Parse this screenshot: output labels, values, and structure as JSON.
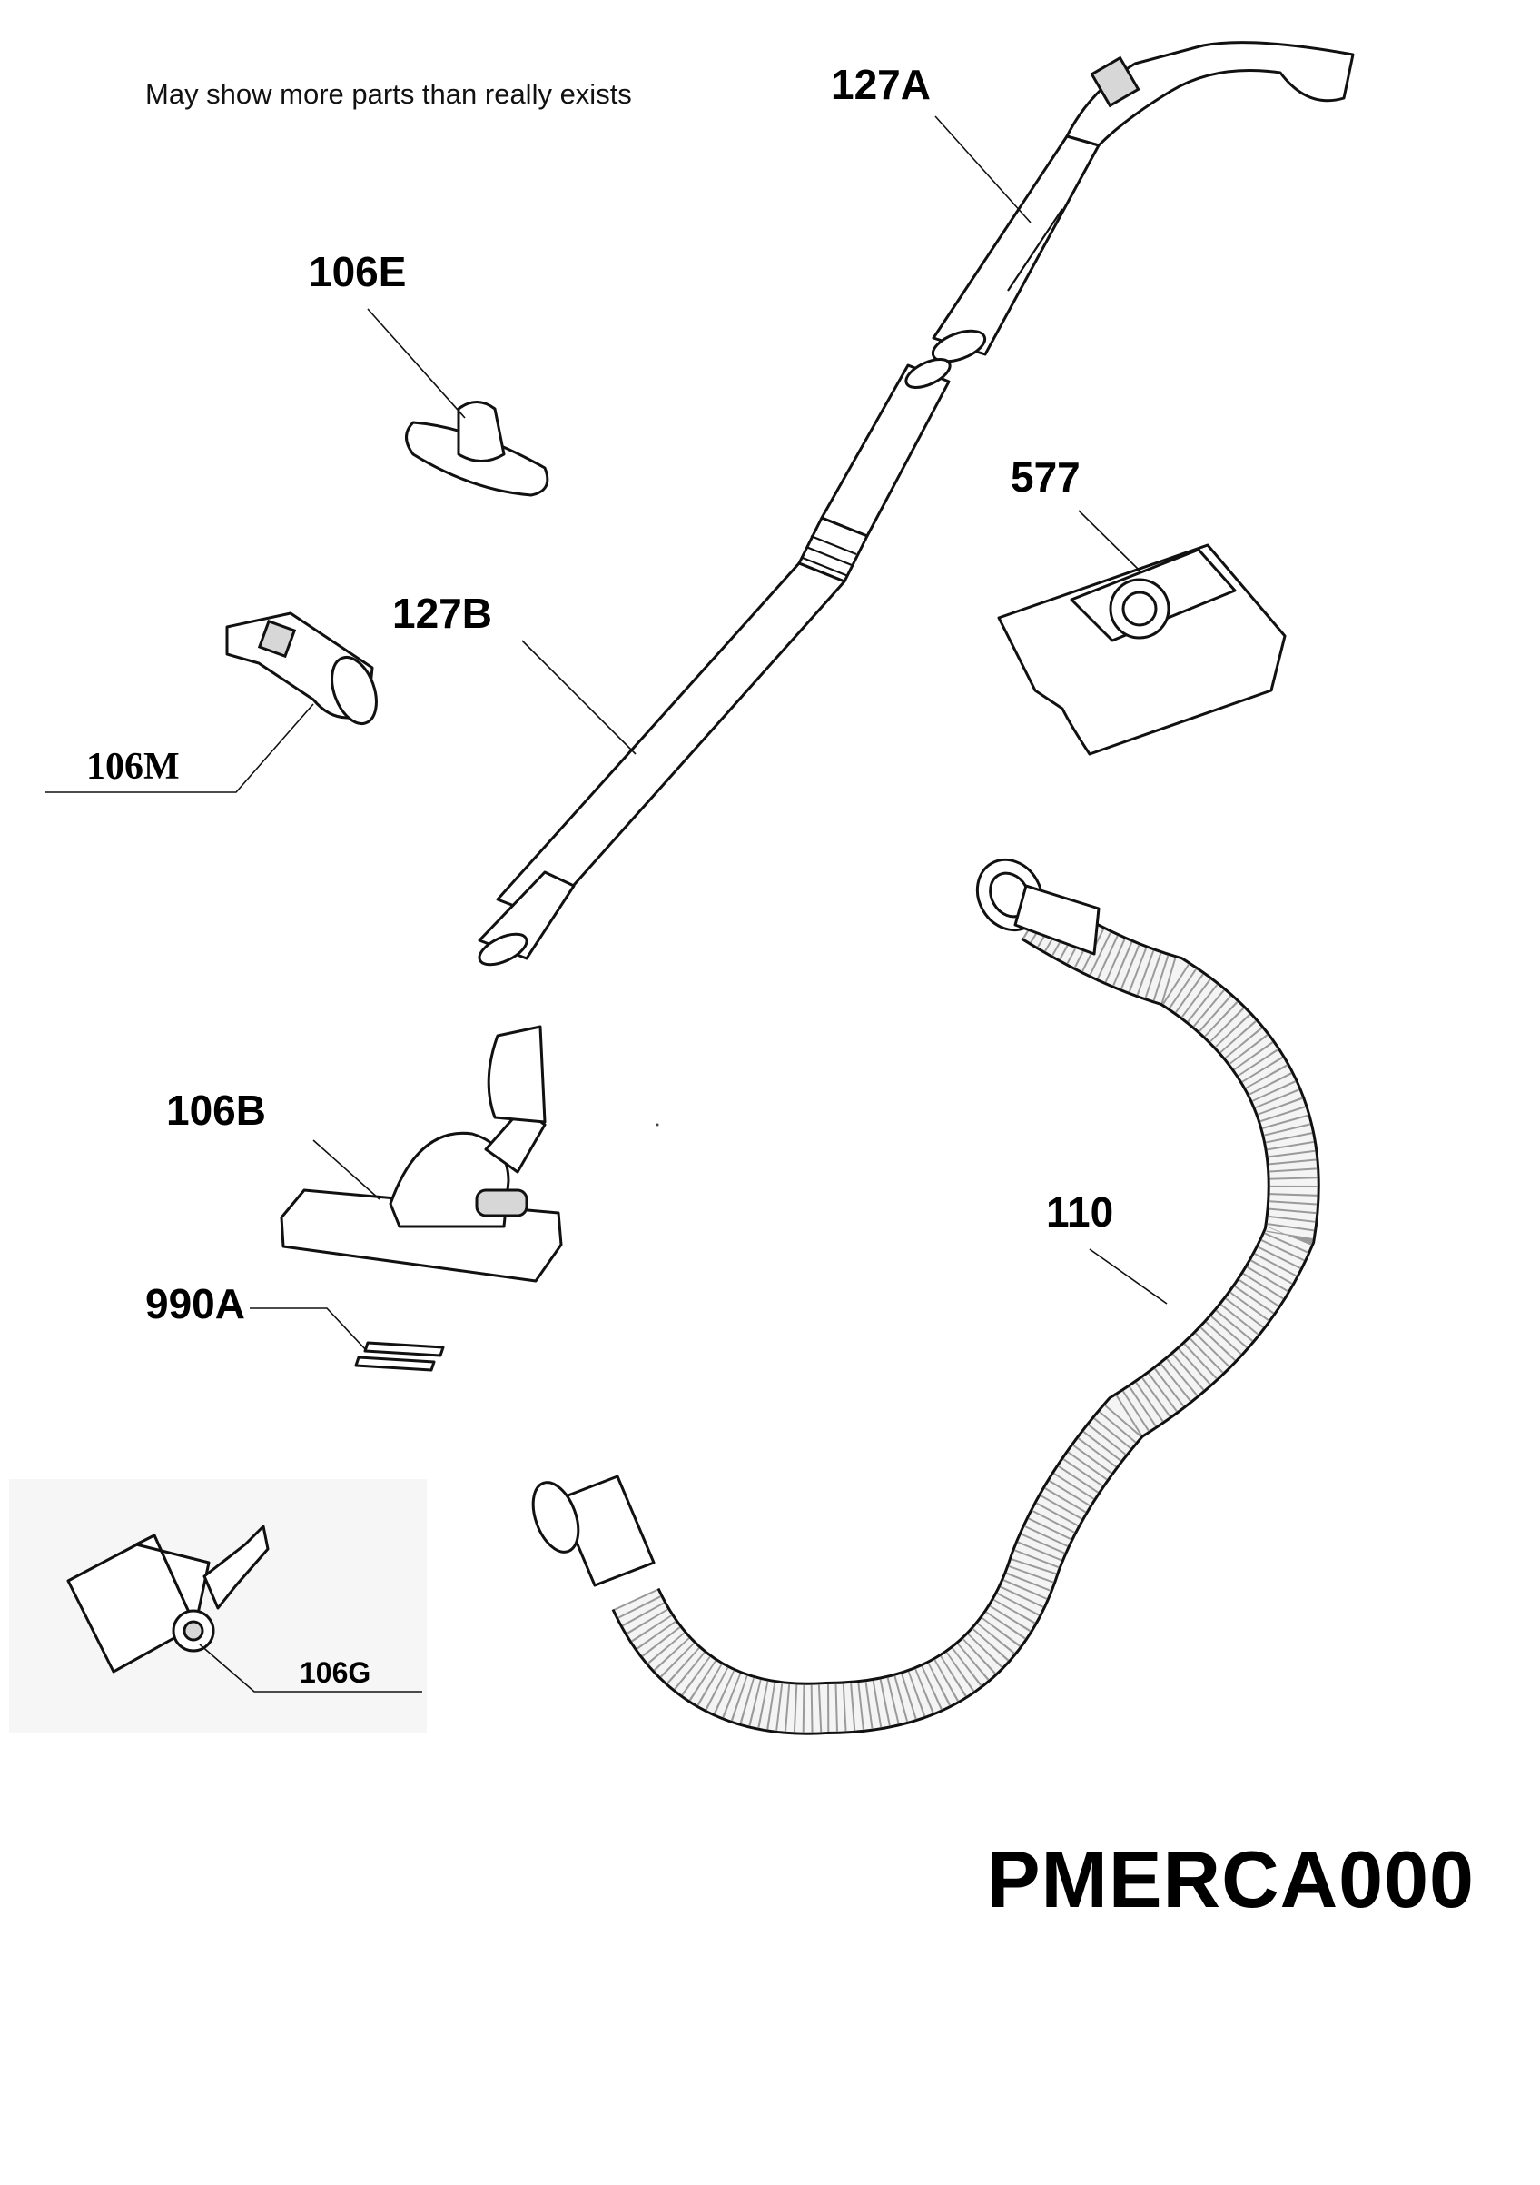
{
  "note": "May show more parts than really exists",
  "model_code": "PMERCA000",
  "labels": {
    "p127A": "127A",
    "p106E": "106E",
    "p577": "577",
    "p127B": "127B",
    "p106M": "106M",
    "p106B": "106B",
    "p110": "110",
    "p990A": "990A",
    "p106G": "106G"
  }
}
